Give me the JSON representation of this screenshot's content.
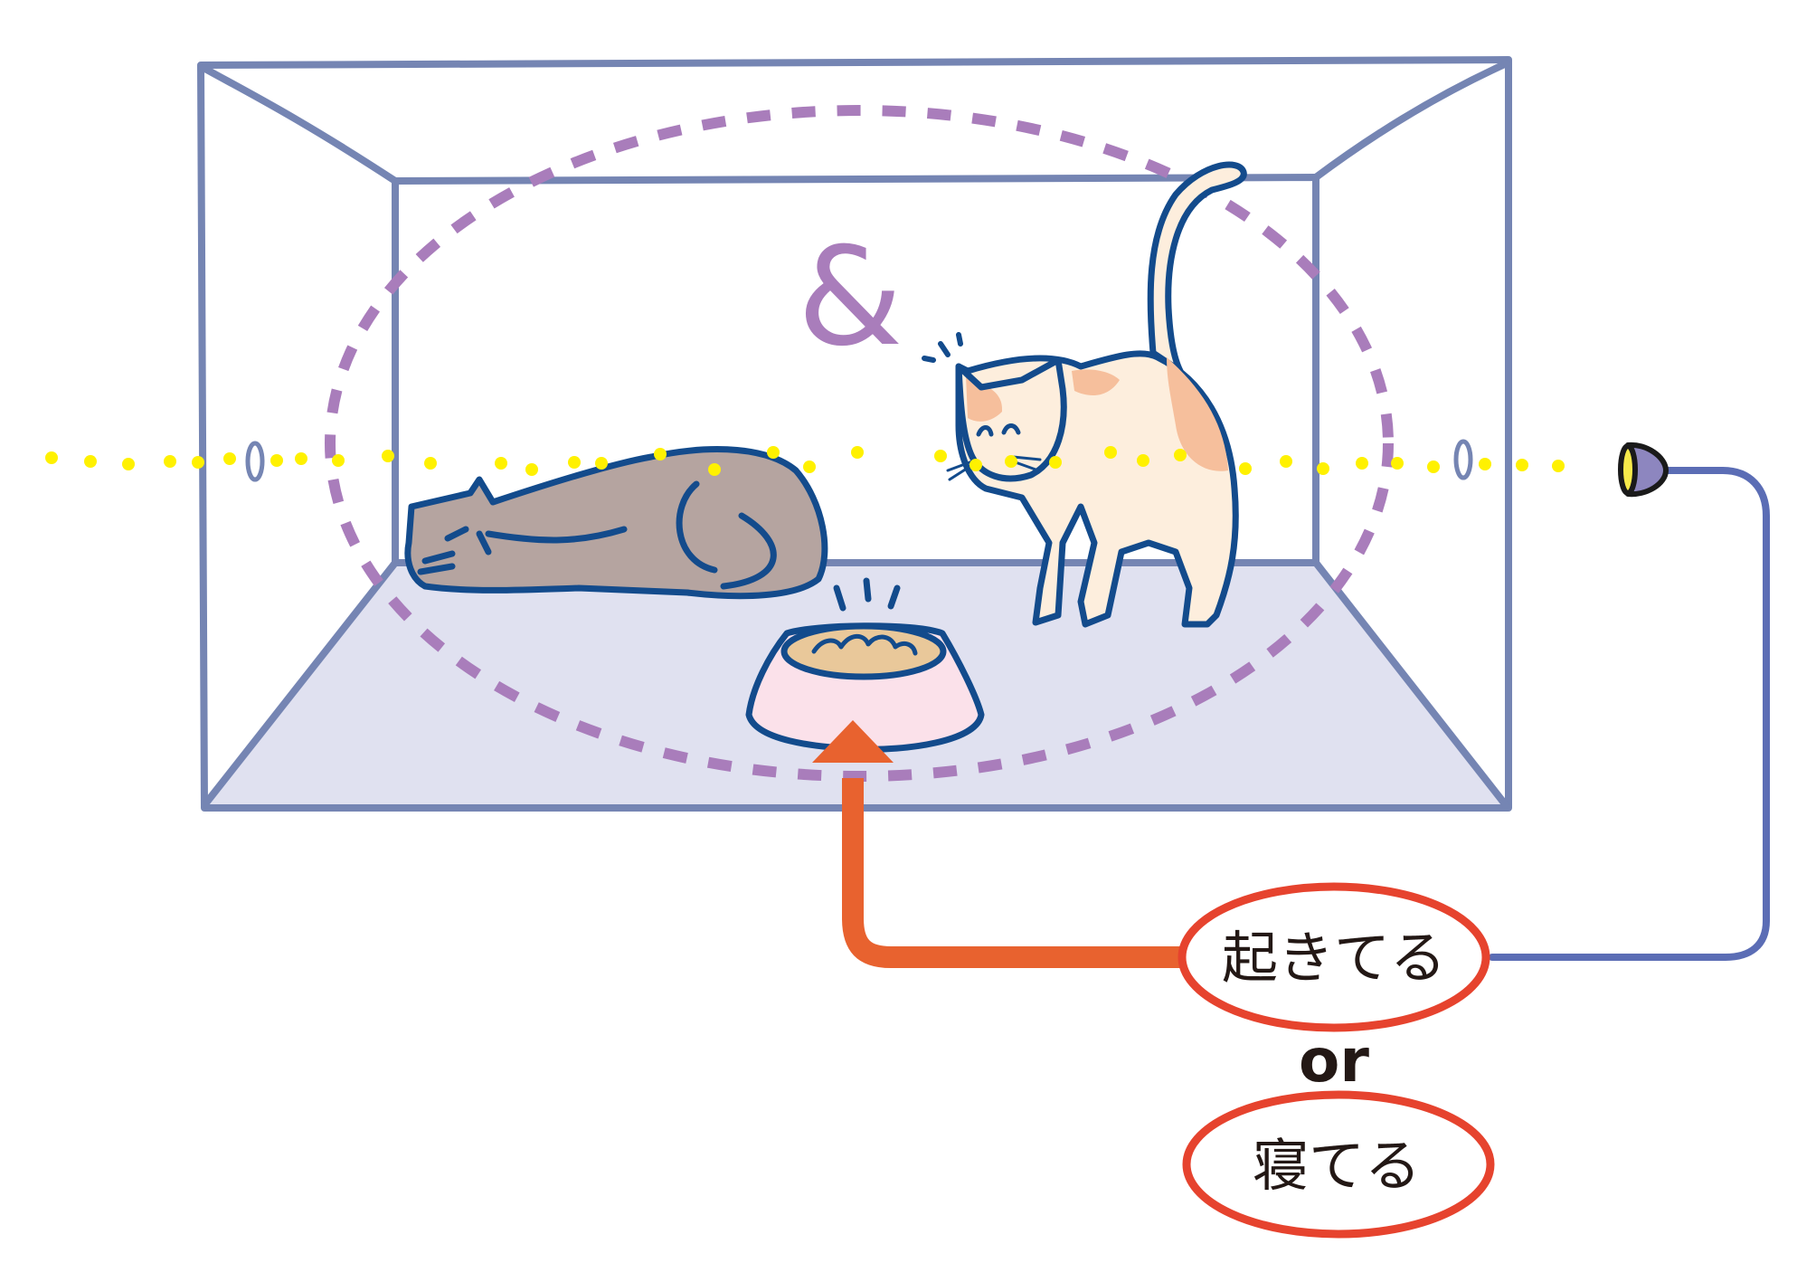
{
  "diagram": {
    "ampersand": "&",
    "state_awake": "起きてる",
    "conjunction": "or",
    "state_asleep": "寝てる"
  },
  "elements": {
    "room": "room-box",
    "sleeping_cat": "sleeping-gray-cat",
    "standing_cat": "standing-calico-cat",
    "food_bowl": "cat-food-bowl",
    "sensor": "sensor-light",
    "detection_zone": "dashed-detection-ellipse",
    "beam": "yellow-dotted-beam"
  },
  "colors": {
    "room_line": "#7585b3",
    "floor": "#e0e1f0",
    "ellipse_dash": "#a97dbb",
    "beam": "#fff100",
    "cat_outline": "#134b8c",
    "gray_cat": "#b5a4a0",
    "calico_base": "#fdeedd",
    "calico_patch": "#f6bf9c",
    "bowl": "#fbe1ea",
    "food": "#e9c89a",
    "arrow": "#e8622f",
    "label_ring": "#e6432e",
    "wire": "#5b6db5",
    "sensor_body": "#8d86bf",
    "sensor_lens": "#f7ea4a",
    "text": "#231815"
  }
}
